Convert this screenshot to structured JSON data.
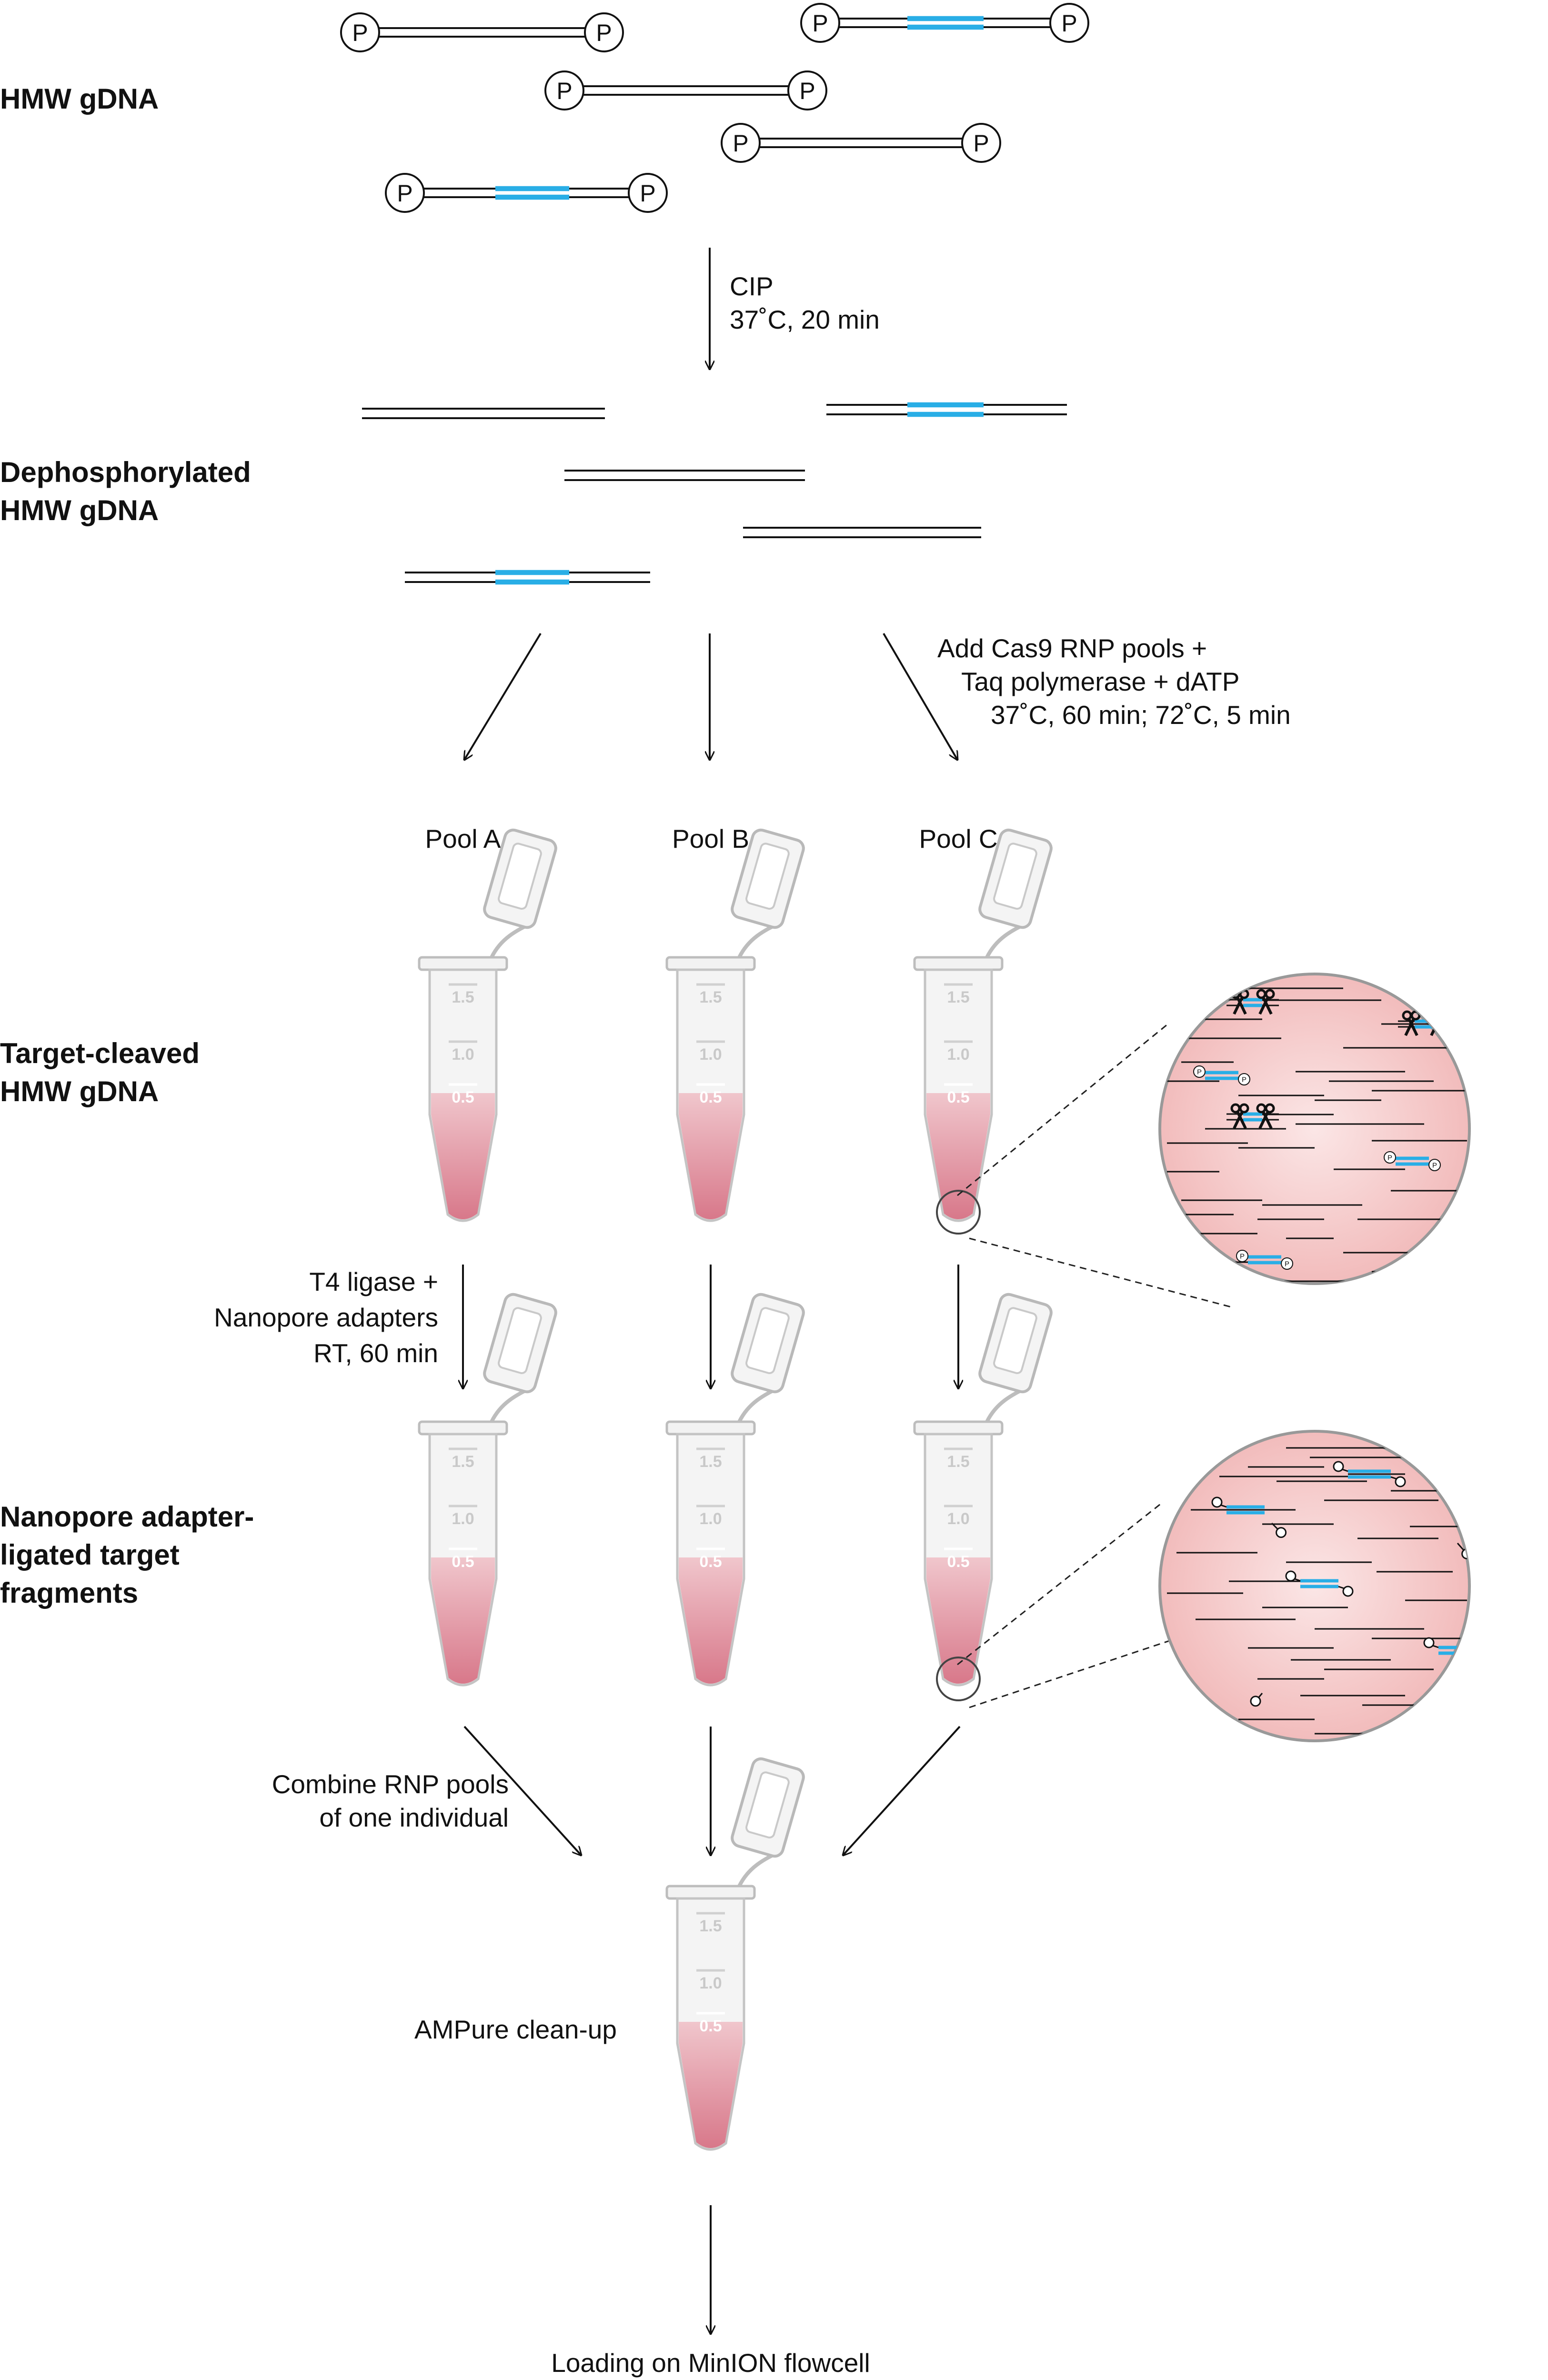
{
  "labels": {
    "hmw": "HMW gDNA",
    "dephos_1": "Dephosphorylated",
    "dephos_2": "HMW gDNA",
    "cleaved_1": "Target-cleaved",
    "cleaved_2": "HMW gDNA",
    "ligated_1": "Nanopore adapter-",
    "ligated_2": "ligated target",
    "ligated_3": "fragments"
  },
  "steps": {
    "cip_1": "CIP",
    "cip_2": "37˚C, 20 min",
    "cas9_1": "Add Cas9 RNP pools +",
    "cas9_2": "Taq polymerase + dATP",
    "cas9_3": "37˚C, 60 min; 72˚C, 5 min",
    "lig_1": "T4 ligase +",
    "lig_2": "Nanopore adapters",
    "lig_3": "RT, 60 min",
    "combine_1": "Combine RNP pools",
    "combine_2": "of one individual",
    "ampure": "AMPure clean-up",
    "loading": "Loading on MinION flowcell"
  },
  "pools": [
    "Pool A",
    "Pool B",
    "Pool C"
  ],
  "phosphate_symbol": "P",
  "tube_marks": [
    "1.5",
    "1.0",
    "0.5"
  ],
  "colors": {
    "target_dna": "#29aee6",
    "dna": "#111111",
    "liquid": "#d97a8a",
    "zoom_bg": "#f6cbcb",
    "tube_outline": "#c8c8c8"
  },
  "icons": {
    "cut_site": "scissors-icon",
    "adapter": "adapter-lollipop-icon",
    "phosphate": "phosphate-circle-icon"
  }
}
